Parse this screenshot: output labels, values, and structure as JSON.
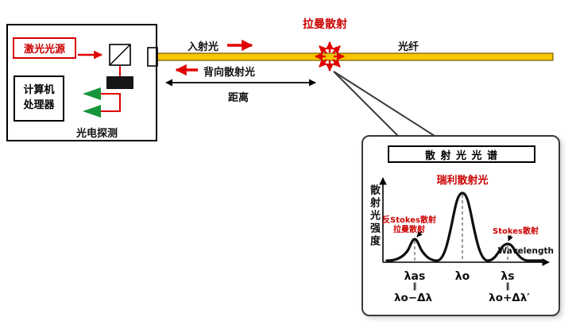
{
  "colors": {
    "accent_red": "#d40000",
    "arrow_red": "#e00000",
    "fiber_yellow": "#f6c700",
    "detector_green": "#17953c",
    "callout_border": "#3a3a3a"
  },
  "instrument": {
    "laser": "激光光源",
    "computer_line1": "计算机",
    "computer_line2": "处理器",
    "detector": "光电探测"
  },
  "fiber_section": {
    "incident": "入射光",
    "backscatter": "背向散射光",
    "raman": "拉曼散射",
    "fiber": "光纤",
    "distance": "距离"
  },
  "spectrum": {
    "title": "散 射 光 光 谱",
    "y_label": "散射光强度",
    "x_label": "Wavelength",
    "rayleigh": "瑞利散射光",
    "anti_stokes_line1": "反Stokes散射",
    "anti_stokes_line2": "拉曼散射",
    "stokes": "Stokes散射",
    "tick_as": "λas",
    "tick_o": "λo",
    "tick_s": "λs",
    "eq_mark": "‖",
    "sub_as": "λo−Δλ",
    "sub_s": "λo+Δλ′"
  },
  "chart_data": {
    "type": "line",
    "title": "散 射 光 光 谱",
    "xlabel": "Wavelength",
    "ylabel": "散射光强度",
    "x_tick_labels": [
      "λas (λo−Δλ)",
      "λo",
      "λs (λo+Δλ′)"
    ],
    "series": [
      {
        "name": "散射光强度",
        "peaks": [
          {
            "x_label": "λo−Δλ",
            "label": "反Stokes散射 拉曼散射",
            "relative_intensity": 0.3
          },
          {
            "x_label": "λo",
            "label": "瑞利散射光",
            "relative_intensity": 1.0
          },
          {
            "x_label": "λo+Δλ′",
            "label": "Stokes散射",
            "relative_intensity": 0.25
          }
        ]
      }
    ],
    "grid": false,
    "legend": false
  }
}
